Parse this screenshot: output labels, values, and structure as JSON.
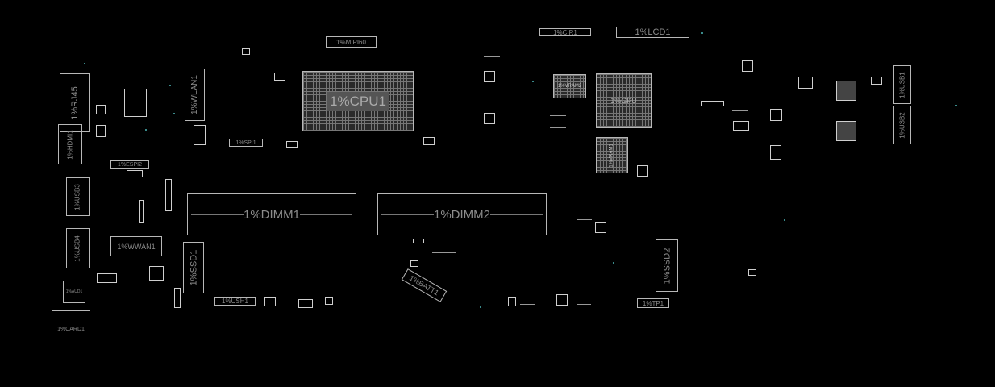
{
  "board": {
    "components": {
      "rj45": "1%RJ45",
      "hdmi1": "1%HDMI1",
      "espi2": "1%ESPI2",
      "usb3": "1%USB3",
      "usb4": "1%USB4",
      "aud1": "1%AUD1",
      "card1": "1%CARD1",
      "wlan1": "1%WLAN1",
      "wwan1": "1%WWAN1",
      "ssd1": "1%SSD1",
      "ush1": "1%USH1",
      "spi1": "1%SPI1",
      "mipi60": "1%MIPI60",
      "cpu1": "1%CPU1",
      "cir1": "1%CIR1",
      "lcd1": "1%LCD1",
      "vram2": "1%VRAM2",
      "gpu": "1%GPU",
      "vram1": "1%VRAM1",
      "usb1": "1%USB1",
      "usb2": "1%USB2",
      "dimm1": "1%DIMM1",
      "dimm2": "1%DIMM2",
      "batt1": "1%BATT1",
      "ssd2": "1%SSD2",
      "tp1": "1%TP1"
    },
    "colors": {
      "outline": "#b8b8b8",
      "label": "#8c8c8c",
      "cursor": "#c07a8c",
      "via": "#3a8a8a"
    }
  }
}
